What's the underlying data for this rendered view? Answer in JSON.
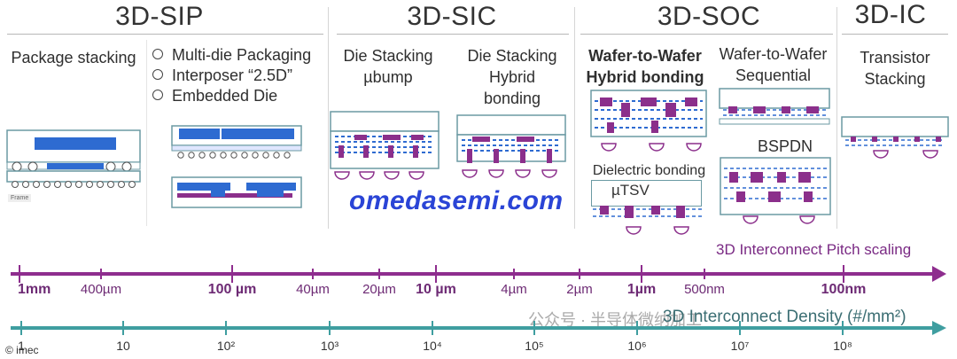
{
  "sections": [
    {
      "key": "sip",
      "title": "3D-SIP"
    },
    {
      "key": "sic",
      "title": "3D-SIC"
    },
    {
      "key": "soc",
      "title": "3D-SOC"
    },
    {
      "key": "ic",
      "title": "3D-IC"
    }
  ],
  "columns": {
    "package_stacking": "Package stacking",
    "multi_die": [
      "Multi-die Packaging",
      "Interposer “2.5D”",
      "Embedded Die"
    ],
    "die_stacking_ubump": [
      "Die Stacking",
      "µbump"
    ],
    "die_stacking_hybrid": [
      "Die Stacking",
      "Hybrid",
      "bonding"
    ],
    "w2w_hybrid": [
      "Wafer-to-Wafer",
      "Hybrid bonding"
    ],
    "w2w_sequential": [
      "Wafer-to-Wafer",
      "Sequential"
    ],
    "dielectric_bonding": "Dielectric bonding",
    "utsv": "µTSV",
    "bspdn": "BSPDN",
    "transistor_stacking": [
      "Transistor",
      "Stacking"
    ]
  },
  "frame_tag": "Frame",
  "watermark": "omedasemi.com",
  "pitch_axis": {
    "title": "3D Interconnect Pitch scaling",
    "ticks": [
      {
        "label": "1mm",
        "big": true
      },
      {
        "label": "400µm",
        "big": false
      },
      {
        "label": "100 µm",
        "big": true
      },
      {
        "label": "40µm",
        "big": false
      },
      {
        "label": "20µm",
        "big": false
      },
      {
        "label": "10 µm",
        "big": true
      },
      {
        "label": "4µm",
        "big": false
      },
      {
        "label": "2µm",
        "big": false
      },
      {
        "label": "1µm",
        "big": true
      },
      {
        "label": "500nm",
        "big": false
      },
      {
        "label": "100nm",
        "big": true
      }
    ]
  },
  "density_axis": {
    "title": "3D Interconnect Density (#/mm²)",
    "ticks": [
      "1",
      "10",
      "10²",
      "10³",
      "10⁴",
      "10⁵",
      "10⁶",
      "10⁷",
      "10⁸"
    ]
  },
  "wechat_overlay": "公众号 · 半导体微纳加工",
  "copyright": "© imec",
  "colors": {
    "pitch_axis": "#8e2d8e",
    "density_axis": "#3f9ea0",
    "structure_blue": "#2e6bd1",
    "structure_purple": "#8b2f8b",
    "box_border": "#6b9aa3"
  }
}
